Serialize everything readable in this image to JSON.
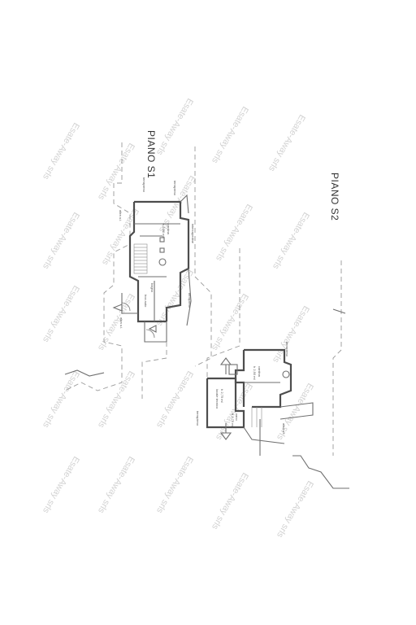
{
  "floor_s1": {
    "title": "PIANO S1"
  },
  "floor_s2": {
    "title": "PIANO S2"
  },
  "watermark": {
    "text": "Esate-Away srls"
  },
  "labels": {
    "s1_cantina": "cantina",
    "s1_cantina_h": "h 2,90 ml",
    "s1_bagno": "bagno",
    "s1_box_auto": "box auto",
    "s1_altra_ui_1": "altra u.i.",
    "s1_altra_ui_2": "altra u.i.",
    "s1_terrapieno_1": "terrapieno",
    "s1_terrapieno_2": "terrapieno",
    "s1_terrapieno_3": "terrapieno",
    "s1_intercapedine": "intercapedine",
    "s2_cantina": "cantina",
    "s2_cantina_h": "h 2,90 ml",
    "s2_locale_tecnico": "locale tecnico",
    "s2_locale_h": "h 2,75 ml",
    "s2_vano": "vano",
    "s2_vano_h": "h 2,75 ml",
    "s2_altra_ui": "altra u.i.",
    "s2_terrapieno_1": "terrapieno",
    "s2_terrapieno_2": "terrapieno"
  },
  "colors": {
    "lines": "#6f6f6f",
    "watermark": "#d2d2d2",
    "background": "#ffffff"
  }
}
